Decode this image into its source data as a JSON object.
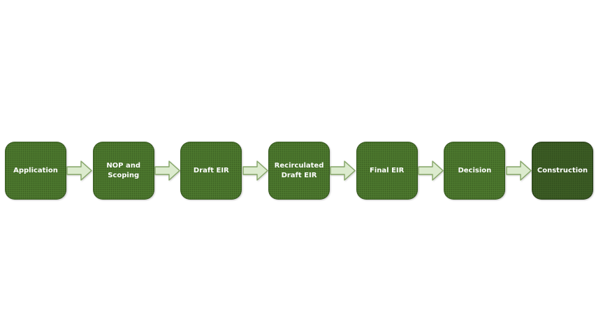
{
  "page": {
    "background_color": "#ffffff"
  },
  "diagram": {
    "type": "process-flow",
    "orientation": "horizontal-left-to-right",
    "text_color": "#ffffff",
    "steps": [
      {
        "label": "Application",
        "fill": "#4e7a2f"
      },
      {
        "label": "NOP and Scoping",
        "fill": "#4e7a2f"
      },
      {
        "label": "Draft EIR",
        "fill": "#4e7a2f"
      },
      {
        "label": "Recirculated Draft EIR",
        "fill": "#4e7a2f"
      },
      {
        "label": "Final EIR",
        "fill": "#4e7a2f"
      },
      {
        "label": "Decision",
        "fill": "#4e7a2f"
      },
      {
        "label": "Construction",
        "fill": "#3d5e25"
      }
    ],
    "arrow": {
      "direction": "right",
      "fill": "#dcebce",
      "stroke": "#84a566",
      "count": 6
    }
  }
}
